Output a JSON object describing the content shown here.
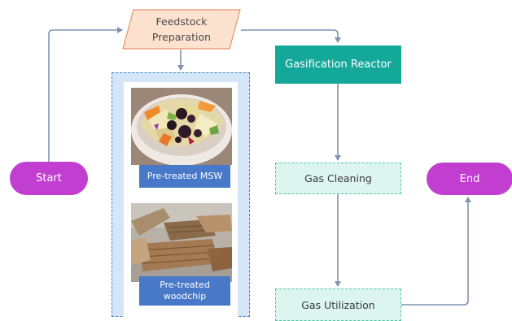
{
  "nodes": {
    "start": "Start",
    "end": "End",
    "feedstock": "Feedstock\nPreparation",
    "reactor": "Gasification Reactor",
    "cleaning": "Gas Cleaning",
    "utilization": "Gas Utilization"
  },
  "feedstock_items": [
    {
      "label": "Pre-treated MSW",
      "image": "municipal-solid-waste-bowl"
    },
    {
      "label": "Pre-treated\nwoodchip",
      "image": "woodchip-pile"
    }
  ],
  "colors": {
    "terminal": "#c13ed0",
    "reactor": "#14a89a",
    "process_fill": "#dcf6ef",
    "process_border": "#4cc7a2",
    "parallelogram": "#fde3cf",
    "panel": "#d4e6f7",
    "tag": "#4878c8",
    "arrow": "#7f93b0"
  }
}
